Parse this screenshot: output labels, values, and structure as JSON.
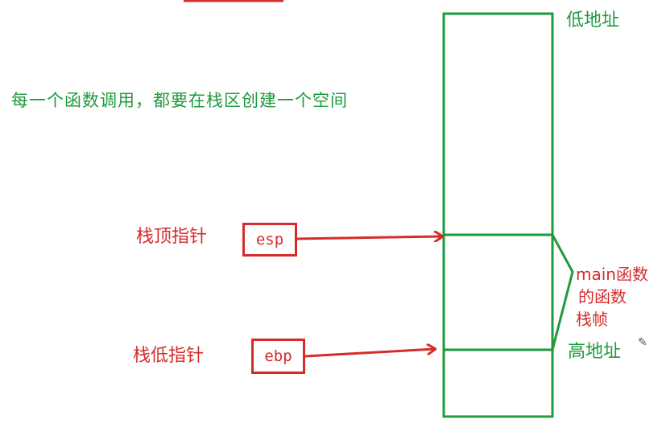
{
  "title_text": "每一个函数调用，都要在栈区创建一个空间",
  "low_address_label": "低地址",
  "high_address_label": "高地址",
  "frame_label_lines": [
    "main函数",
    "的函数",
    "栈帧"
  ],
  "esp_pointer_label": "栈顶指针",
  "ebp_pointer_label": "栈低指针",
  "esp_register": "esp",
  "ebp_register": "ebp",
  "pencil_icon": "pencil-icon",
  "colors": {
    "green": "#1f9a3c",
    "red": "#d62b2b"
  }
}
